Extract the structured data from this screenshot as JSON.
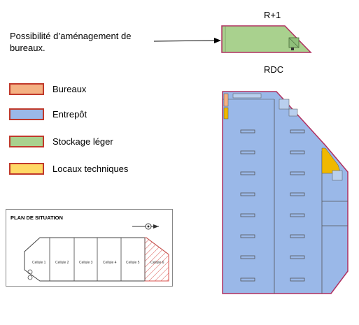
{
  "note": {
    "text": "Possibilité d’aménagement de bureaux."
  },
  "levels": {
    "upper": "R+1",
    "ground": "RDC"
  },
  "legend": [
    {
      "label": "Bureaux",
      "color": "#f4b183"
    },
    {
      "label": "Entrepôt",
      "color": "#9ab8e8"
    },
    {
      "label": "Stockage léger",
      "color": "#a9d18e"
    },
    {
      "label": "Locaux techniques",
      "color": "#ffd966"
    }
  ],
  "plan_situation": {
    "title": "PLAN DE SITUATION",
    "cells": [
      "Cellule 1",
      "Cellule 2",
      "Cellule 3",
      "Cellule 4",
      "Cellule 5",
      "Cellule 6"
    ],
    "highlighted_cell": "Cellule 6"
  },
  "colors": {
    "outline": "#b03060",
    "warehouse": "#9ab8e8",
    "storage": "#a9d18e",
    "technical": "#f0b800",
    "offices": "#f4b183",
    "hatch": "#d9534f"
  }
}
